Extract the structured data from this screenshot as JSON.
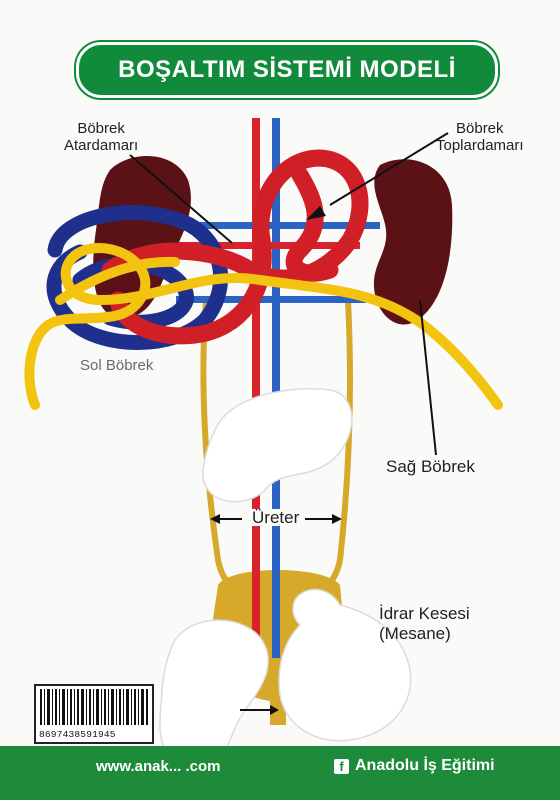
{
  "title": "BOŞALTIM SİSTEMİ MODELİ",
  "labels": {
    "left_artery": "Böbrek\nAtardamarı",
    "right_vein": "Böbrek\nToplardamarı",
    "left_kidney_partial": "Sol Böbrek",
    "right_kidney": "Sağ Böbrek",
    "ureter": "Üreter",
    "bladder": "İdrar Kesesi\n(Mesane)"
  },
  "barcode": {
    "number": "8697438591945"
  },
  "footer": {
    "url": "www.anak... .com",
    "brand": "Anadolu İş Eğitimi",
    "fb_glyph": "f"
  },
  "colors": {
    "green": "#1e8b3a",
    "kidney": "#5a1216",
    "artery_red": "#d8232a",
    "vein_blue": "#2a63c4",
    "ureter_gold": "#d6a92b",
    "rope_red": "#d11f27",
    "rope_blue": "#1f2f8c",
    "rope_yellow": "#f2c40f"
  }
}
